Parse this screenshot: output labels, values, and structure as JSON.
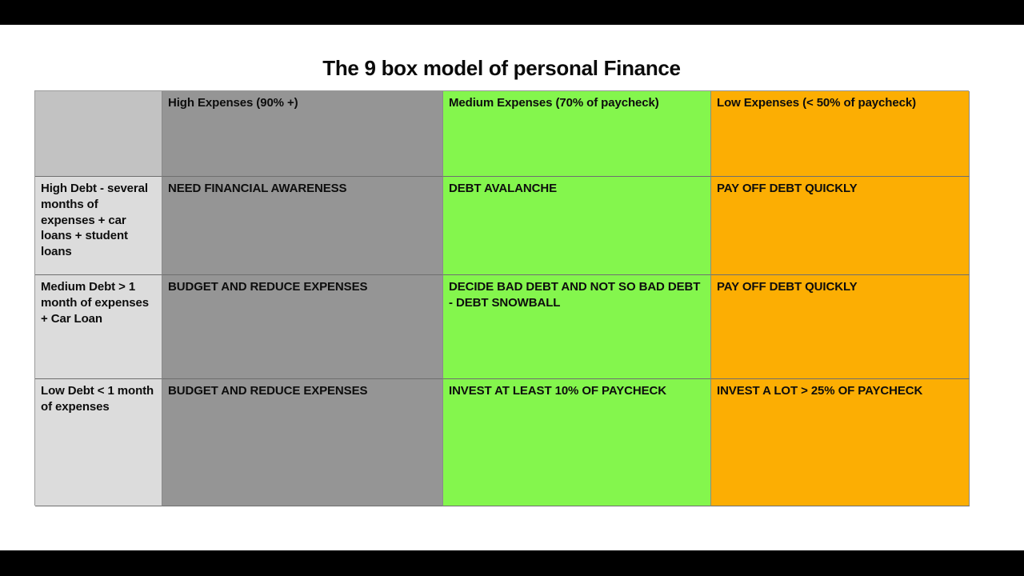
{
  "page": {
    "title": "The 9 box model of personal Finance"
  },
  "colors": {
    "letterbox": "#000000",
    "background": "#ffffff",
    "text": "#0d0d0d",
    "silver": "#c2c2c2",
    "gray": "#959595",
    "light_gray": "#dcdcdc",
    "green": "#84f64d",
    "orange": "#fcae03"
  },
  "matrix": {
    "rows": [
      {
        "cells": [
          {
            "text": "",
            "bg": "silver"
          },
          {
            "text": "High Expenses (90% +)",
            "bg": "gray"
          },
          {
            "text": "Medium Expenses (70% of paycheck)",
            "bg": "green"
          },
          {
            "text": "Low Expenses (< 50% of paycheck)",
            "bg": "orange"
          }
        ]
      },
      {
        "cells": [
          {
            "text": "High Debt - several months of expenses + car loans + student loans",
            "bg": "light_gray"
          },
          {
            "text": "NEED FINANCIAL AWARENESS",
            "bg": "gray"
          },
          {
            "text": "DEBT AVALANCHE",
            "bg": "green"
          },
          {
            "text": "PAY OFF DEBT QUICKLY",
            "bg": "orange"
          }
        ]
      },
      {
        "cells": [
          {
            "text": "Medium Debt > 1 month of expenses + Car Loan",
            "bg": "light_gray"
          },
          {
            "text": "BUDGET AND REDUCE EXPENSES",
            "bg": "gray"
          },
          {
            "text": "DECIDE BAD DEBT AND NOT SO BAD DEBT - DEBT SNOWBALL",
            "bg": "green"
          },
          {
            "text": "PAY OFF DEBT QUICKLY",
            "bg": "orange"
          }
        ]
      },
      {
        "cells": [
          {
            "text": "Low Debt < 1 month of expenses",
            "bg": "light_gray"
          },
          {
            "text": "BUDGET AND REDUCE EXPENSES",
            "bg": "gray"
          },
          {
            "text": "INVEST AT LEAST 10% OF PAYCHECK",
            "bg": "green"
          },
          {
            "text": "INVEST A LOT > 25% OF PAYCHECK",
            "bg": "orange"
          }
        ]
      }
    ]
  }
}
